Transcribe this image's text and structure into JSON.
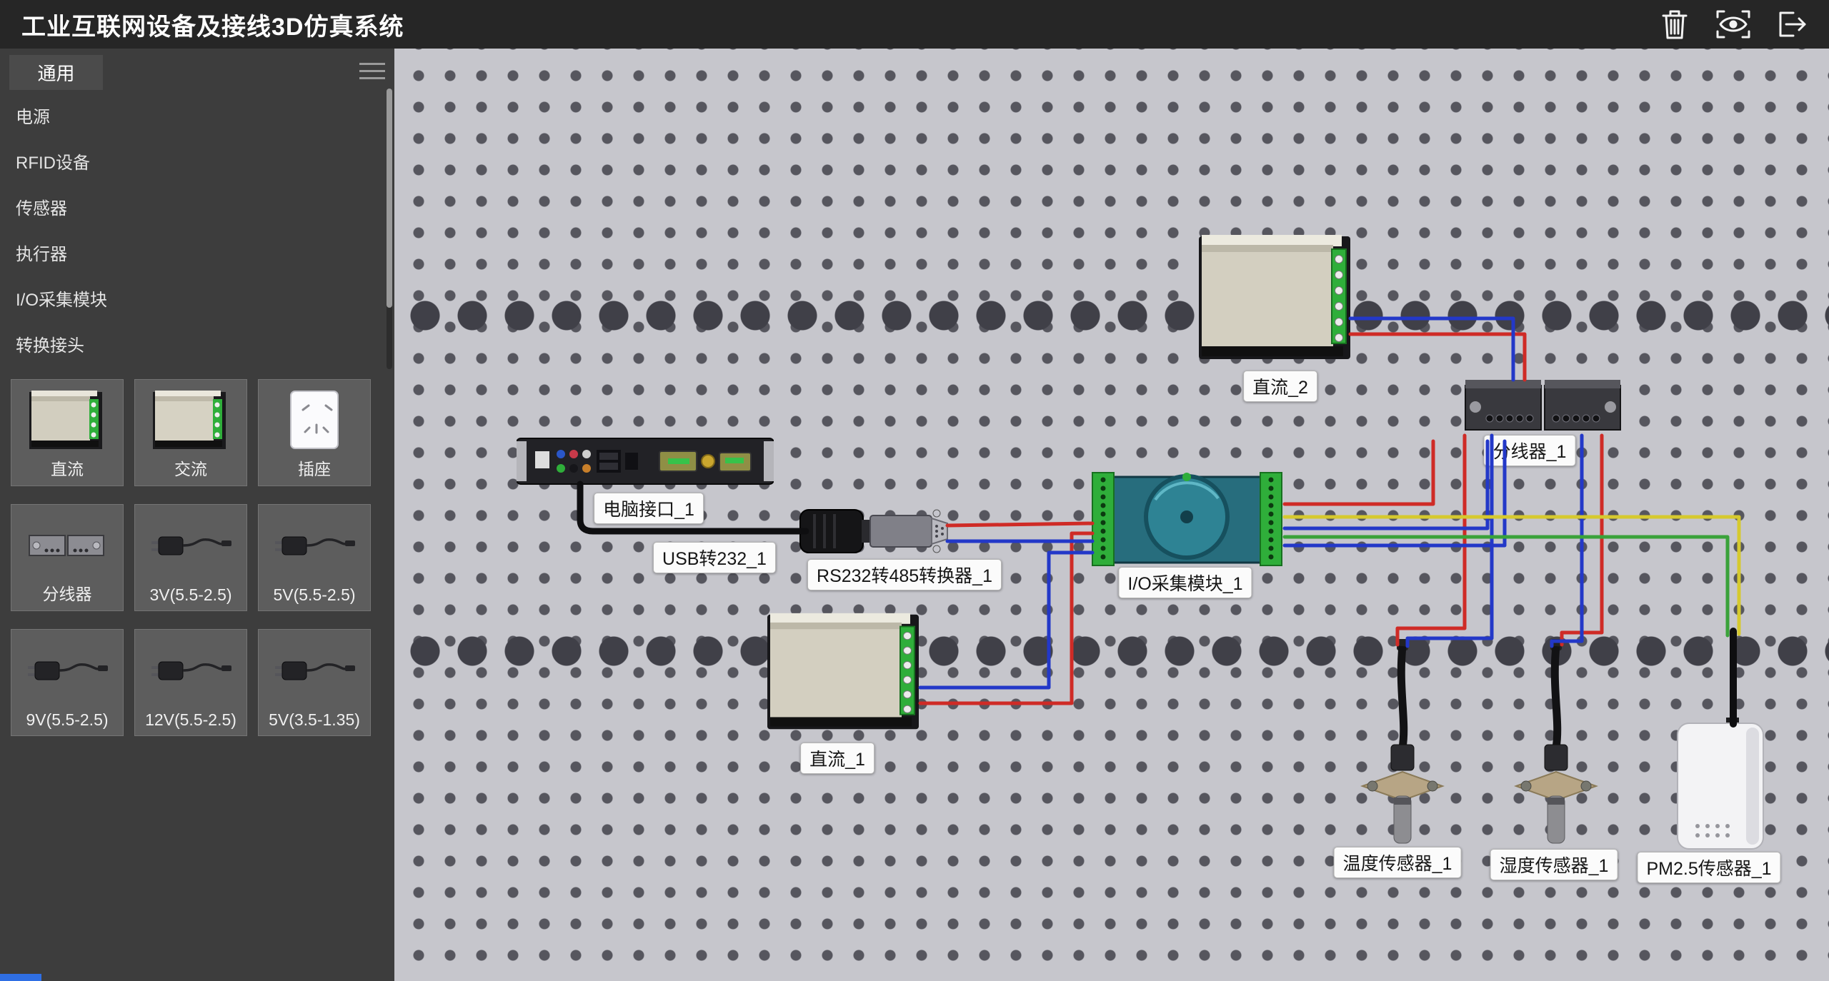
{
  "titlebar": {
    "title": "工业互联网设备及接线3D仿真系统",
    "icons": [
      "trash",
      "view",
      "exit"
    ]
  },
  "sidebar": {
    "tab_label": "通用",
    "menu_items": [
      "电源",
      "RFID设备",
      "传感器",
      "执行器",
      "I/O采集模块",
      "转换接头"
    ],
    "cards": [
      {
        "label": "直流",
        "image": "psu"
      },
      {
        "label": "交流",
        "image": "psu"
      },
      {
        "label": "插座",
        "image": "socket"
      },
      {
        "label": "分线器",
        "image": "splitter"
      },
      {
        "label": "3V(5.5-2.5)",
        "image": "adapter"
      },
      {
        "label": "5V(5.5-2.5)",
        "image": "adapter"
      },
      {
        "label": "9V(5.5-2.5)",
        "image": "adapter"
      },
      {
        "label": "12V(5.5-2.5)",
        "image": "adapter"
      },
      {
        "label": "5V(3.5-1.35)",
        "image": "adapter"
      }
    ]
  },
  "canvas": {
    "labels": {
      "dc2": "直流_2",
      "splitter1": "分线器_1",
      "pc_port": "电脑接口_1",
      "usb232": "USB转232_1",
      "rs485": "RS232转485转换器_1",
      "io_module": "I/O采集模块_1",
      "dc1": "直流_1",
      "temp_sensor": "温度传感器_1",
      "humidity_sensor": "湿度传感器_1",
      "pm25_sensor": "PM2.5传感器_1"
    }
  },
  "colors": {
    "wire_red": "#cf2b26",
    "wire_blue": "#2338c8",
    "wire_green": "#3aa23a",
    "wire_yellow": "#d6c92e",
    "terminal_green": "#2fae3a",
    "board_bg": "#c6c6cc"
  }
}
